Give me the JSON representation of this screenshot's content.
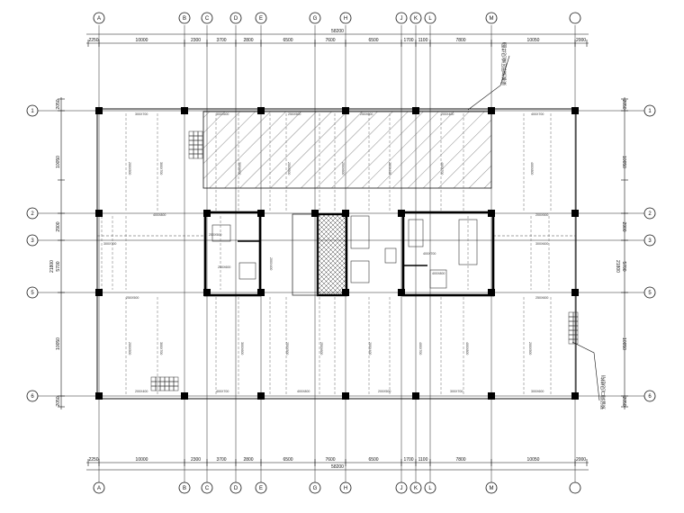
{
  "drawing": {
    "top_axes": [
      "A",
      "B",
      "C",
      "D",
      "E",
      "G",
      "H",
      "J",
      "K",
      "L",
      "M"
    ],
    "bottom_axes": [
      "A",
      "B",
      "C",
      "D",
      "E",
      "G",
      "H",
      "J",
      "K",
      "L",
      "M"
    ],
    "left_axes": [
      "1",
      "2",
      "3",
      "5",
      "6"
    ],
    "right_axes": [
      "1",
      "2",
      "3",
      "5",
      "6"
    ],
    "top_spans": [
      "2250",
      "10000",
      "2300",
      "3700",
      "2800",
      "6500",
      "7600",
      "6500",
      "1700",
      "1100",
      "7800",
      "10050",
      "2000"
    ],
    "top_total": "58200",
    "bottom_spans": [
      "2250",
      "10000",
      "2300",
      "3700",
      "2800",
      "6500",
      "7600",
      "6500",
      "1700",
      "1100",
      "7800",
      "10050",
      "2000"
    ],
    "bottom_total": "58200",
    "left_spans": [
      "2050",
      "10050",
      "2900",
      "21800",
      "5700",
      "10050",
      "2050"
    ],
    "right_spans": [
      "2050",
      "10050",
      "2900",
      "21800",
      "5700",
      "10050",
      "2050"
    ],
    "callouts": [
      "梁板加厚区域(见详图)",
      "预留洞口(见结构)"
    ],
    "beam_labels": [
      "300X700",
      "300X600",
      "250X500",
      "250X600",
      "200X400",
      "400X700",
      "400X800",
      "200X500"
    ]
  },
  "colors": {
    "line": "#111111",
    "hatch": "#555555",
    "wall": "#000000"
  },
  "icons": [
    "column-icon",
    "stair-icon",
    "elevator-icon"
  ]
}
